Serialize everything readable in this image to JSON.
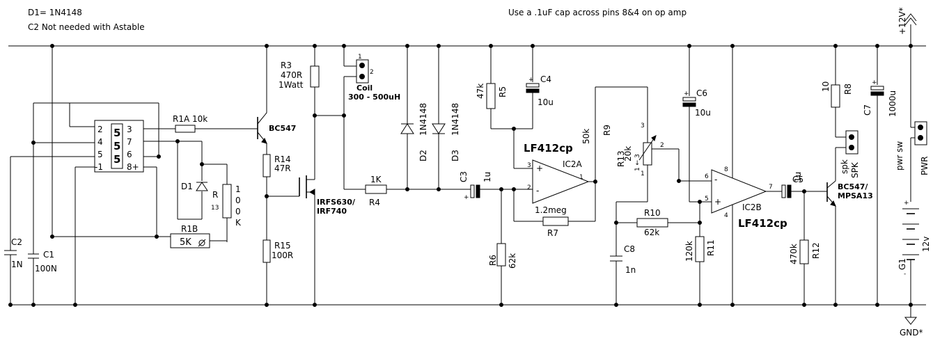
{
  "notes": {
    "d1": "D1= 1N4148",
    "c2": "C2 Not needed with Astable",
    "opamp_cap": "Use a .1uF cap across pins 8&4 on op amp"
  },
  "rails": {
    "vcc": "+12V*",
    "gnd": "GND*"
  },
  "ic555": {
    "pins_left": [
      "2",
      "4",
      "5",
      "-1"
    ],
    "pins_right": [
      "3",
      "7",
      "6",
      "8+"
    ],
    "label": "5"
  },
  "c2": {
    "name": "C2",
    "value": "1N"
  },
  "c1": {
    "name": "C1",
    "value": "100N"
  },
  "r1a": {
    "label": "R1A 10k"
  },
  "d1": {
    "name": "D1"
  },
  "r13a": {
    "name": "R",
    "num": "13",
    "value_chars": [
      "1",
      "0",
      "0",
      "K"
    ]
  },
  "r1b": {
    "name": "R1B",
    "value": "5K"
  },
  "q1": {
    "part": "BC547"
  },
  "r3": {
    "name": "R3",
    "value": "470R",
    "power": "1Watt"
  },
  "r14": {
    "name": "R14",
    "value": "47R"
  },
  "r15": {
    "name": "R15",
    "value": "100R"
  },
  "mosfet": {
    "part1": "IRFS630/",
    "part2": "IRF740"
  },
  "coil": {
    "name": "Coil",
    "spec": "300 - 500uH",
    "pin1": "1",
    "pin2": "2"
  },
  "r4": {
    "name": "R4",
    "value": "1K"
  },
  "d2": {
    "name": "D2",
    "part": "1N4148"
  },
  "d3": {
    "name": "D3",
    "part": "1N4148"
  },
  "r5": {
    "name": "R5",
    "value": "47k"
  },
  "c4": {
    "name": "C4",
    "value": "10u"
  },
  "ic2a": {
    "part": "LF412cp",
    "name": "IC2A",
    "pin_plus": "3",
    "pin_minus": "2",
    "pin_out": "1"
  },
  "c3": {
    "name": "C3",
    "value": "1u"
  },
  "r6": {
    "name": "R6",
    "value": "62k"
  },
  "r7": {
    "name": "R7",
    "value": "1.2meg"
  },
  "r9": {
    "name": "R9",
    "value": "50k"
  },
  "r13": {
    "name": "R13",
    "value": "20k",
    "pins": "1 ← 3",
    "pin1": "1",
    "pin2": "2",
    "pin3": "3"
  },
  "c6": {
    "name": "C6",
    "value": "10u"
  },
  "r10": {
    "name": "R10",
    "value": "62k"
  },
  "c8": {
    "name": "C8",
    "value": "1n"
  },
  "r11": {
    "name": "R11",
    "value": "120k"
  },
  "ic2b": {
    "part": "LF412cp",
    "name": "IC2B",
    "pin_minus": "6",
    "pin_plus": "5",
    "pin_out": "7",
    "pin_v8": "8",
    "pin_v4": "4"
  },
  "c5": {
    "name": "C5",
    "value": "1u"
  },
  "r12": {
    "name": "R12",
    "value": "470k"
  },
  "r8": {
    "name": "R8",
    "value": "10"
  },
  "spk": {
    "name": "spk",
    "label": "SPK"
  },
  "q2": {
    "part1": "BC547/",
    "part2": "MPSA13"
  },
  "c7": {
    "name": "C7",
    "value": "1000u"
  },
  "pwr": {
    "name": "pwr sw",
    "label": "PWR"
  },
  "g1": {
    "name": "G1",
    "value": "12v"
  }
}
